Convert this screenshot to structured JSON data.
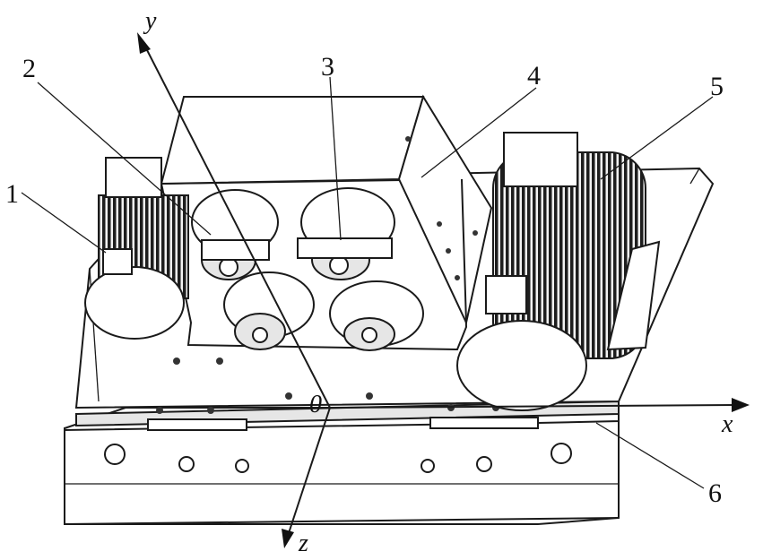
{
  "labels": [
    {
      "id": "1",
      "text": "1"
    },
    {
      "id": "2",
      "text": "2"
    },
    {
      "id": "3",
      "text": "3"
    },
    {
      "id": "4",
      "text": "4"
    },
    {
      "id": "5",
      "text": "5"
    },
    {
      "id": "6",
      "text": "6"
    }
  ],
  "axes": {
    "origin": "0",
    "x": "x",
    "y": "y",
    "z": "z"
  },
  "colors": {
    "stroke": "#1a1a1a",
    "background": "#ffffff",
    "motor_coil": "#2a2a2a"
  }
}
